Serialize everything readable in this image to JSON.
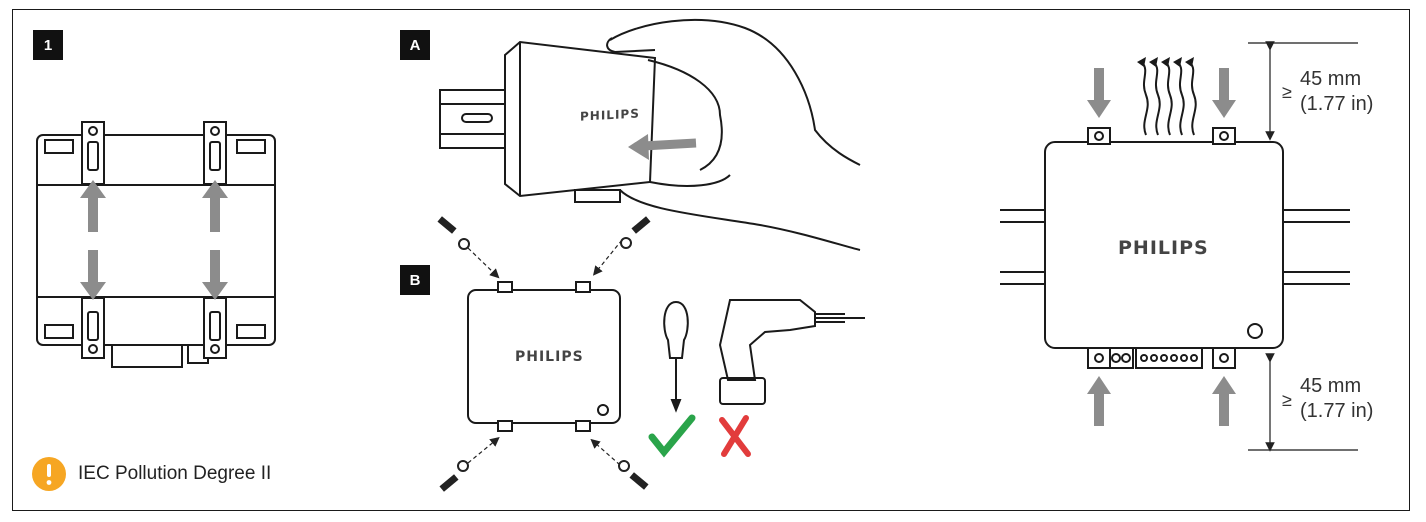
{
  "panel_labels": {
    "one": "1",
    "a": "A",
    "b": "B"
  },
  "brand": "PHILIPS",
  "note": {
    "icon": "warning-exclamation-icon",
    "text": "IEC Pollution Degree II",
    "color": "#f6a623"
  },
  "clearance": {
    "symbol": "≥",
    "top": {
      "value": "45 mm",
      "imperial": "(1.77 in)"
    },
    "bottom": {
      "value": "45 mm",
      "imperial": "(1.77 in)"
    }
  },
  "tools": {
    "allowed_icon": "green-check-icon",
    "forbidden_icon": "red-cross-icon",
    "check_color": "#2aa44a",
    "cross_color": "#e23c3c"
  },
  "arrow_color": "#8c8c8c"
}
